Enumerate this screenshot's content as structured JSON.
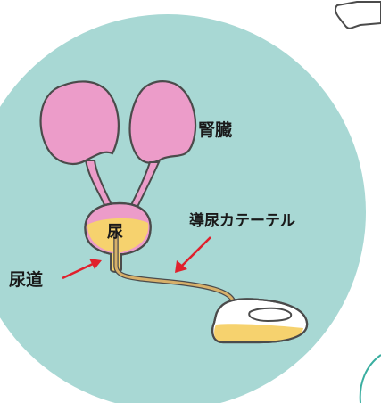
{
  "labels": {
    "kidney": "腎臓",
    "catheter": "導尿カテーテル",
    "urethra": "尿道",
    "urine": "尿"
  },
  "colors": {
    "background_circle": "#a8d8d4",
    "kidney_fill": "#ec9cc9",
    "urine_fill": "#f6d26e",
    "catheter_tube": "#d7b06a",
    "arrow": "#e0202c",
    "outline": "#4b4b4b"
  }
}
